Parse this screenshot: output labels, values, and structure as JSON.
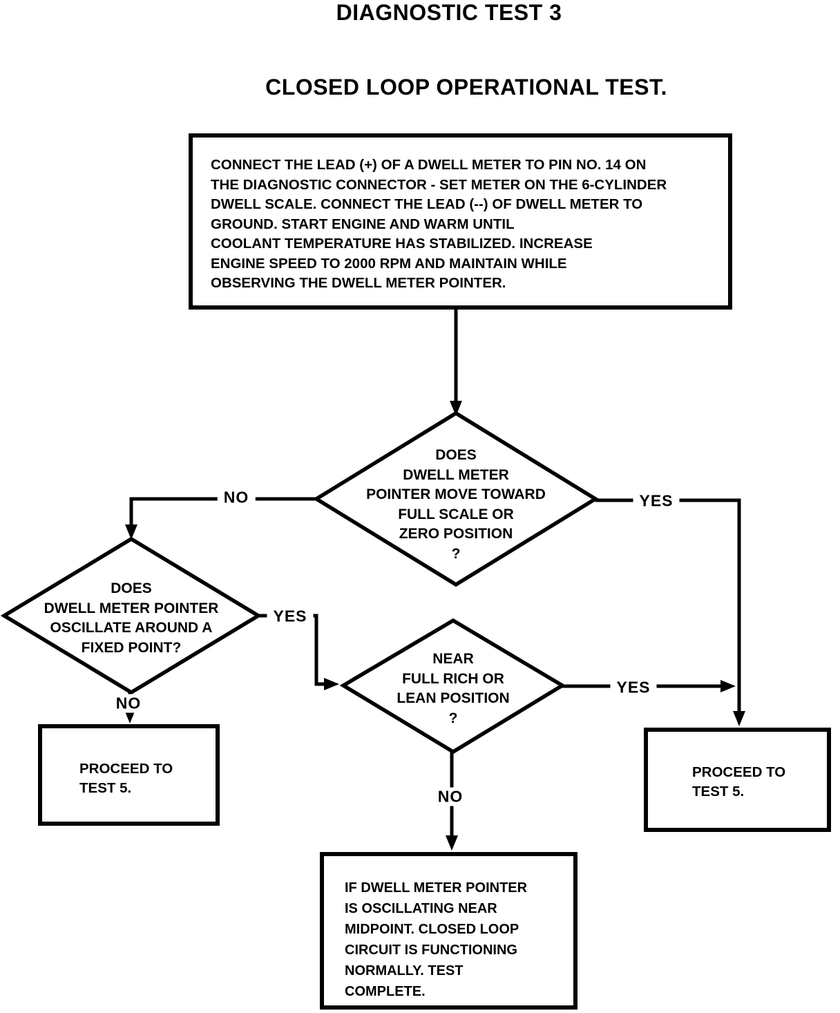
{
  "page": {
    "title": "DIAGNOSTIC TEST 3",
    "subtitle": "CLOSED LOOP OPERATIONAL TEST."
  },
  "flowchart": {
    "start": "CONNECT THE LEAD (+) OF A DWELL METER TO PIN NO. 14 ON\nTHE DIAGNOSTIC CONNECTOR - SET METER ON THE 6-CYLINDER\nDWELL SCALE. CONNECT THE LEAD (--) OF DWELL METER TO\nGROUND. START ENGINE AND WARM UNTIL\nCOOLANT TEMPERATURE HAS STABILIZED. INCREASE\nENGINE SPEED TO 2000 RPM AND MAINTAIN WHILE\nOBSERVING THE DWELL METER POINTER.",
    "decision1": "DOES\nDWELL METER\nPOINTER MOVE TOWARD\nFULL SCALE OR\nZERO POSITION\n?",
    "decision2": "DOES\nDWELL METER POINTER\nOSCILLATE AROUND A\nFIXED POINT?",
    "decision3": "NEAR\nFULL RICH OR\nLEAN POSITION\n?",
    "proceed_left": "PROCEED TO\nTEST 5.",
    "proceed_right": "PROCEED TO\nTEST 5.",
    "complete": "IF DWELL METER POINTER\nIS OSCILLATING NEAR\nMIDPOINT. CLOSED LOOP\nCIRCUIT IS FUNCTIONING\nNORMALLY. TEST\nCOMPLETE.",
    "labels": {
      "d1_no": "NO",
      "d1_yes": "YES",
      "d2_no": "NO",
      "d2_yes": "YES",
      "d3_no": "NO",
      "d3_yes": "YES"
    }
  },
  "colors": {
    "ink": "#000000",
    "paper": "#ffffff"
  }
}
